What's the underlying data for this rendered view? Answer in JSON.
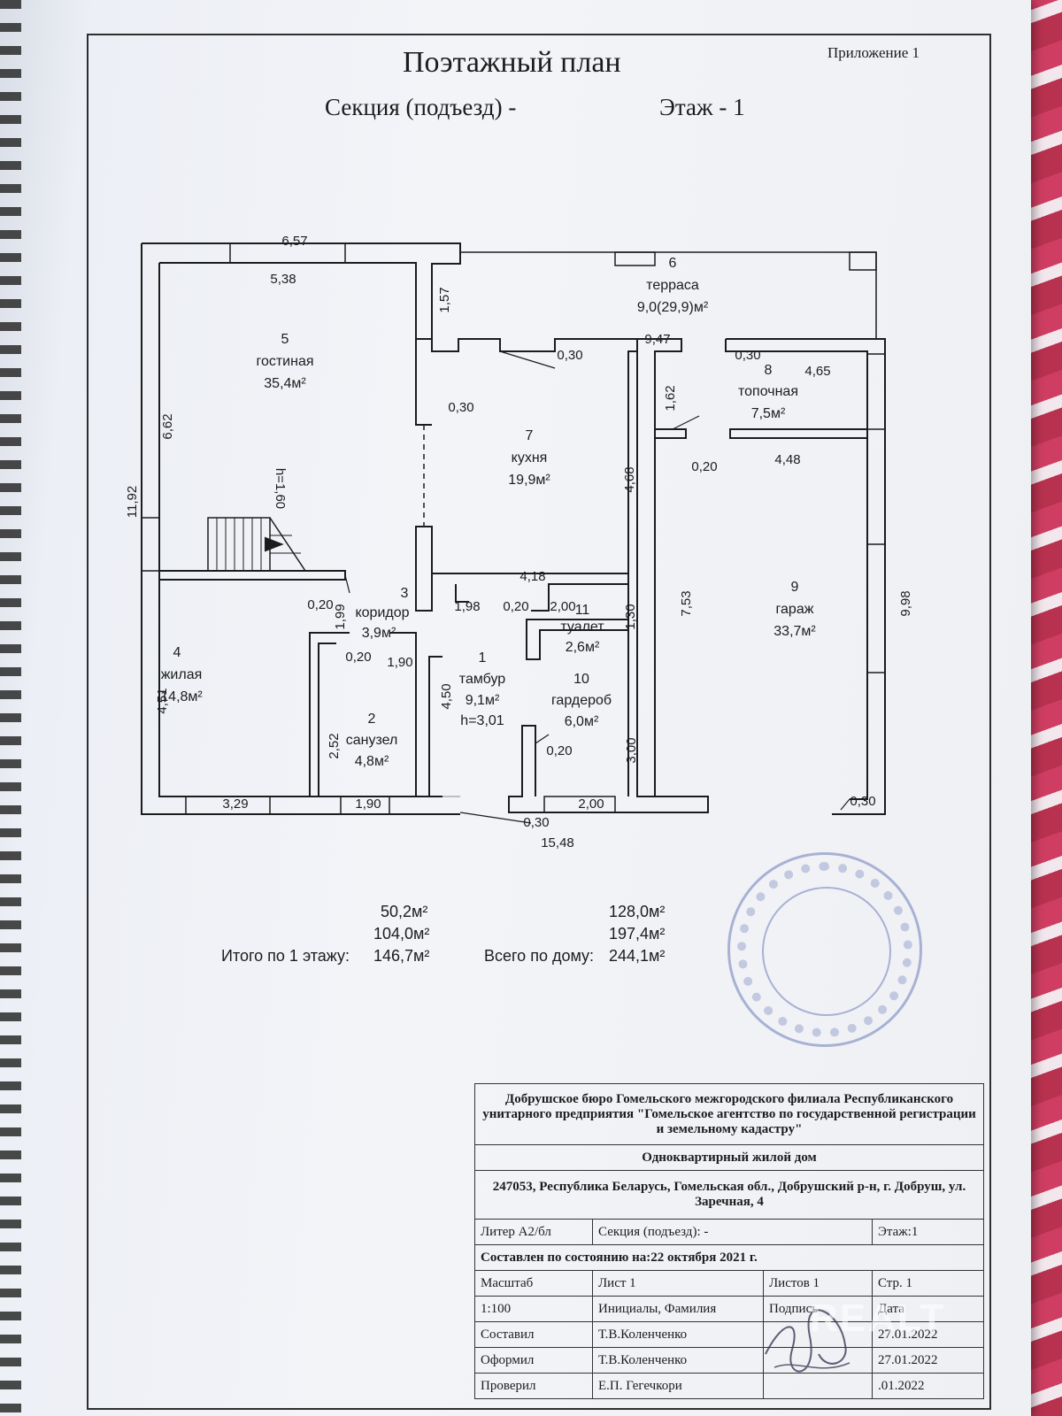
{
  "header": {
    "title": "Поэтажный план",
    "appendix": "Приложение 1",
    "section": "Секция (подъезд)  -",
    "floor": "Этаж - 1"
  },
  "plan": {
    "rooms": [
      {
        "num": "5",
        "name": "гостиная",
        "area": "35,4м²"
      },
      {
        "num": "6",
        "name": "терраса",
        "area": "9,0(29,9)м²"
      },
      {
        "num": "7",
        "name": "кухня",
        "area": "19,9м²"
      },
      {
        "num": "8",
        "name": "топочная",
        "area": "7,5м²"
      },
      {
        "num": "9",
        "name": "гараж",
        "area": "33,7м²"
      },
      {
        "num": "3",
        "name": "коридор",
        "area": "3,9м²"
      },
      {
        "num": "11",
        "name": "туалет",
        "area": "2,6м²"
      },
      {
        "num": "1",
        "name": "тамбур",
        "area": "9,1м²",
        "extra": "h=3,01"
      },
      {
        "num": "4",
        "name": "жилая",
        "area": "14,8м²"
      },
      {
        "num": "2",
        "name": "санузел",
        "area": "4,8м²"
      },
      {
        "num": "10",
        "name": "гардероб",
        "area": "6,0м²"
      }
    ],
    "dims": {
      "d657": "6,57",
      "d538": "5,38",
      "d157": "1,57",
      "d947": "9,47",
      "d030a": "0,30",
      "d030b": "0,30",
      "d030c": "0,30",
      "d465": "4,65",
      "d162": "1,62",
      "d030d": "0,30",
      "d662": "6,62",
      "d1192": "11,92",
      "d468": "4,68",
      "d020a": "0,20",
      "d448": "4,48",
      "h160": "h=1,60",
      "d418": "4,18",
      "d753": "7,53",
      "d998": "9,98",
      "d020b": "0,20",
      "d199": "1,99",
      "d198": "1,98",
      "d020c": "0,20",
      "d200a": "2,00",
      "d130": "1,30",
      "d020d": "0,20",
      "d190a": "1,90",
      "d451": "4,51",
      "d252": "2,52",
      "d450": "4,50",
      "d300": "3,00",
      "d020e": "0,20",
      "d329": "3,29",
      "d190b": "1,90",
      "d200b": "2,00",
      "d030e": "0,30",
      "d030f": "0,30",
      "d1548": "15,48"
    }
  },
  "totals": {
    "l1": "50,2м²",
    "l2": "104,0м²",
    "label_floor": "Итого по 1 этажу:",
    "l3": "146,7м²",
    "r1": "128,0м²",
    "r2": "197,4м²",
    "label_house": "Всего по дому:",
    "r3": "244,1м²"
  },
  "title_block": {
    "org": "Добрушское бюро Гомельского межгородского филиала Республиканского унитарного предприятия \"Гомельское агентство по государственной регистрации и земельному кадастру\"",
    "object": "Одноквартирный жилой дом",
    "address": "247053, Республика Беларусь, Гомельская обл., Добрушский р-н, г. Добруш, ул. Заречная, 4",
    "liter": "Литер А2/бл",
    "section": "Секция (подъезд): -",
    "floor": "Этаж:1",
    "state": "Составлен по состоянию на:22 октября 2021 г.",
    "scale_label": "Масштаб",
    "sheet": "Лист 1",
    "sheets": "Листов 1",
    "page": "Стр. 1",
    "scale": "1:100",
    "initials": "Инициалы, Фамилия",
    "signature": "Подпись",
    "date": "Дата",
    "compiled": "Составил",
    "compiled_name": "Т.В.Коленченко",
    "compiled_date": "27.01.2022",
    "designed": "Оформил",
    "designed_name": "Т.В.Коленченко",
    "designed_date": "27.01.2022",
    "checked": "Проверил",
    "checked_name": "Е.П. Гегечкори",
    "checked_date": ".01.2022"
  },
  "watermark": "REALT"
}
